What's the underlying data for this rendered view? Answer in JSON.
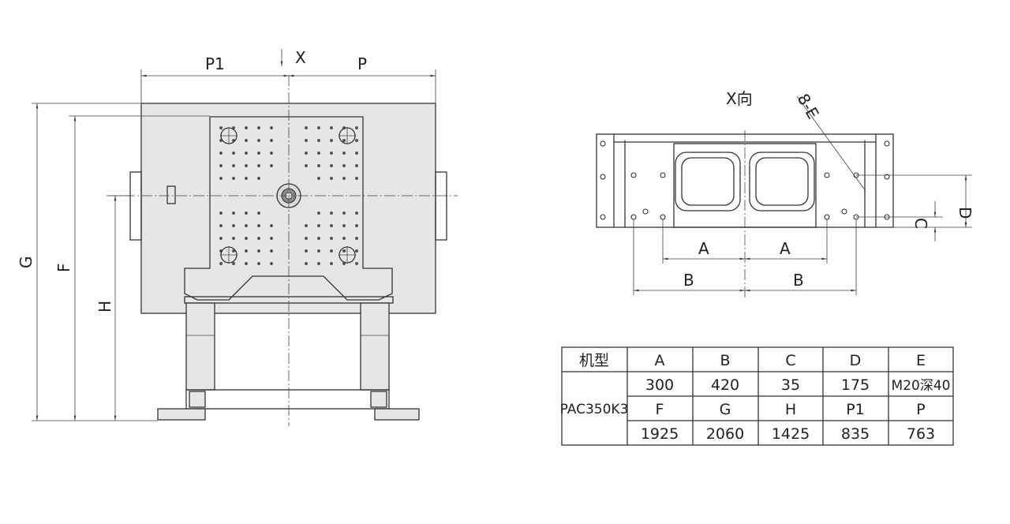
{
  "front_view": {
    "dims": {
      "p1": "P1",
      "p": "P",
      "x": "X",
      "g": "G",
      "f": "F",
      "h": "H"
    }
  },
  "side_view": {
    "title": "X向",
    "hole_callout": "8-E",
    "dims": {
      "a_left": "A",
      "a_right": "A",
      "b_left": "B",
      "b_right": "B",
      "c": "C",
      "d": "D"
    }
  },
  "spec_table": {
    "corner_label": "机型",
    "model": "PAC350K3",
    "row1_headers": [
      "A",
      "B",
      "C",
      "D",
      "E"
    ],
    "row1_values": [
      "300",
      "420",
      "35",
      "175",
      "M20深40"
    ],
    "row2_headers": [
      "F",
      "G",
      "H",
      "P1",
      "P"
    ],
    "row2_values": [
      "1925",
      "2060",
      "1425",
      "835",
      "763"
    ]
  }
}
